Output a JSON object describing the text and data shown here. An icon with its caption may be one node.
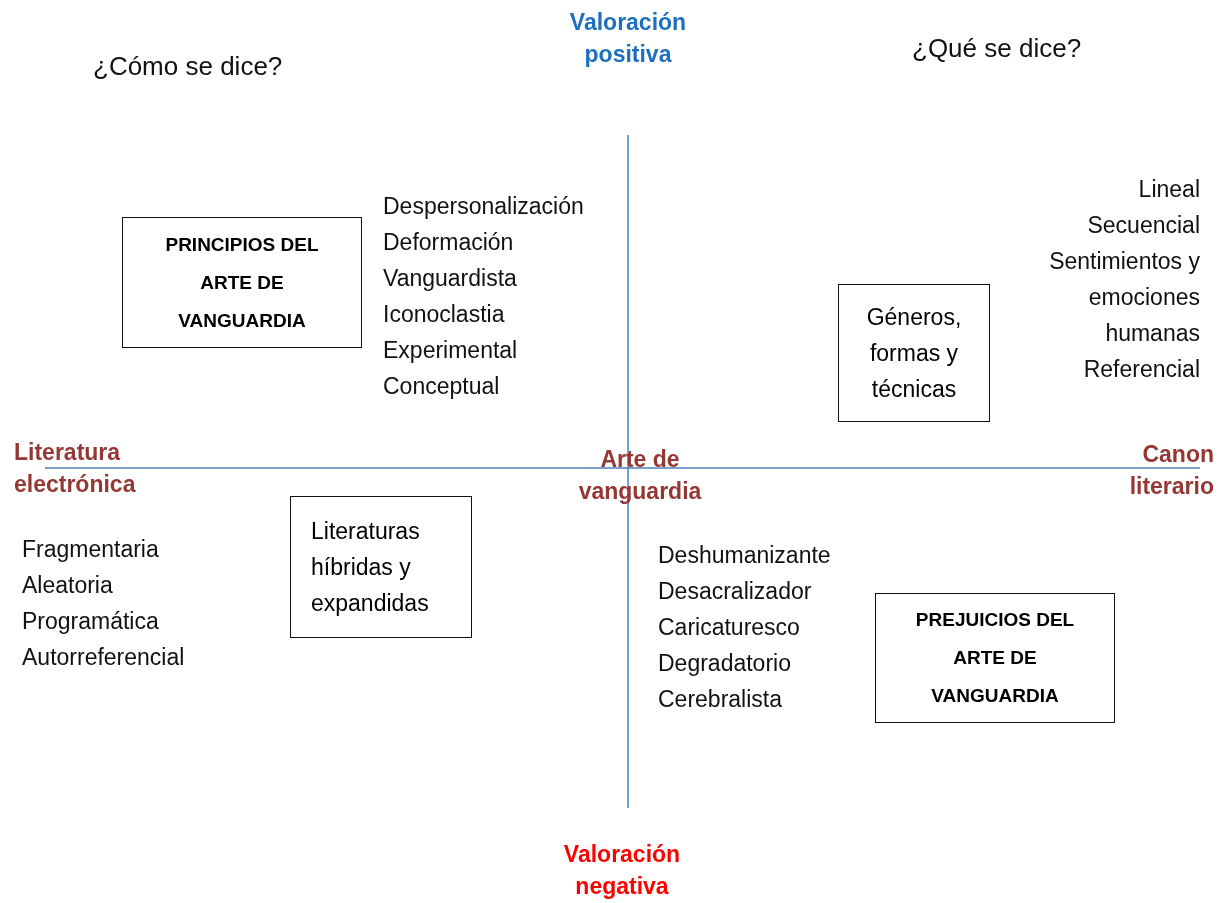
{
  "diagram": {
    "nodes": [
      {
        "text": [
          "PRINCIPIOS DEL ARTE DE VANGUARDIA"
        ]
      },
      {
        "text": [
          "Géneros, formas y técnicas"
        ]
      },
      {
        "text": [
          "Literaturas híbridas y expandidas"
        ]
      },
      {
        "text": [
          "PREJUICIOS DEL ARTE DE VANGUARDIA"
        ]
      }
    ],
    "labels": [
      "¿Cómo se dice?",
      "Valoración positiva",
      "¿Qué se dice?",
      "Despersonalización",
      "Deformación",
      "Vanguardista",
      "Iconoclastia",
      "Experimental",
      "Conceptual",
      "Lineal",
      "Secuencial",
      "Sentimientos y emociones humanas",
      "Referencial",
      "Literatura electrónica",
      "Arte de vanguardia",
      "Canon literario",
      "Fragmentaria",
      "Aleatoria",
      "Programática",
      "Autorreferencial",
      "Deshumanizante",
      "Desacralizador",
      "Caricaturesco",
      "Degradatorio",
      "Cerebralista",
      "Valoración negativa"
    ]
  }
}
